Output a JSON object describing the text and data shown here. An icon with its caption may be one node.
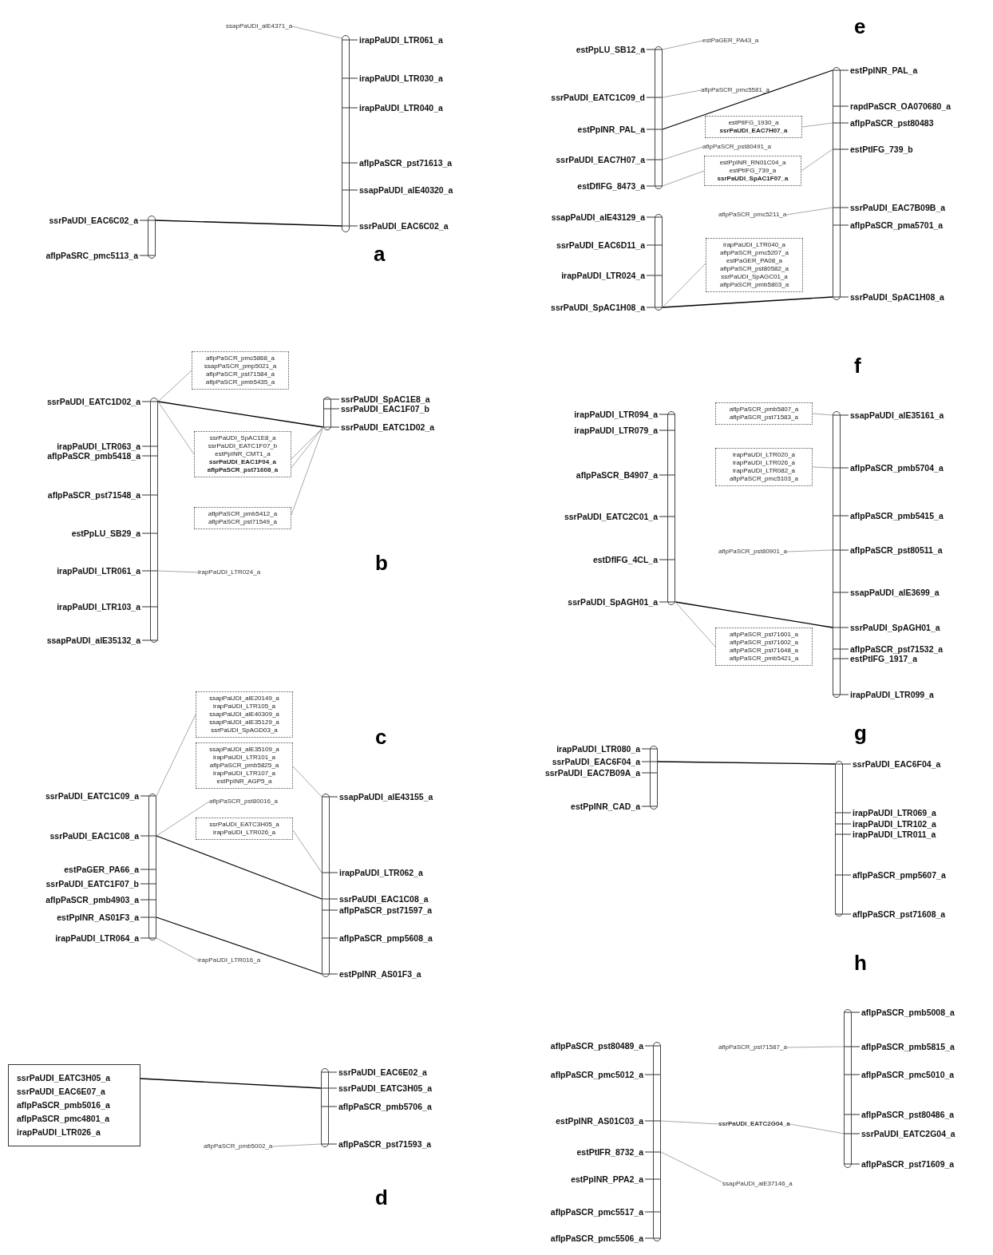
{
  "diagram": {
    "nodes": [
      {
        "text": [],
        "shape": "bar",
        "beside": [
          "ssrPaUDI_EAC6C02_a",
          "aflpPaSRC_pmc5113_a"
        ]
      },
      {
        "text": [
          "ssapPaUDI_alE4371_a"
        ]
      },
      {
        "text": [],
        "shape": "bar",
        "beside": [
          "irapPaUDI_LTR061_a",
          "irapPaUDI_LTR030_a",
          "irapPaUDI_LTR040_a",
          "aflpPaSCR_pst71613_a",
          "ssapPaUDI_alE40320_a",
          "ssrPaUDI_EAC6C02_a"
        ]
      },
      {
        "text": [],
        "shape": "bar",
        "beside": [
          "ssrPaUDI_EATC1D02_a",
          "irapPaUDI_LTR063_a",
          "aflpPaSCR_pmb5418_a",
          "aflpPaSCR_pst71548_a",
          "estPpLU_SB29_a",
          "irapPaUDI_LTR061_a",
          "irapPaUDI_LTR103_a",
          "ssapPaUDI_alE35132_a"
        ]
      },
      {
        "text": [
          "aflpPaSCR_pmc5868_a",
          "ssapPaSCR_pmp5021_a",
          "aflpPaSCR_pst71584_a",
          "aflpPaSCR_pmb5435_a"
        ]
      },
      {
        "text": [
          "ssrPaUDI_SpAC1E8_a",
          "ssrPaUDI_EATC1F07_b",
          "estPpINR_CMT1_a",
          "ssrPaUDI_EAC1F04_a",
          "aflpPaSCR_pst71608_a"
        ]
      },
      {
        "text": [
          "aflpPaSCR_pmb5412_a",
          "aflpPaSCR_pst71549_a"
        ]
      },
      {
        "text": [
          "irapPaUDI_LTR024_a"
        ]
      },
      {
        "text": [],
        "shape": "bar",
        "beside": [
          "ssrPaUDI_SpAC1E8_a",
          "ssrPaUDI_EAC1F07_b",
          "ssrPaUDI_EATC1D02_a"
        ]
      },
      {
        "text": [],
        "shape": "bar",
        "beside": [
          "ssrPaUDI_EATC1C09_a",
          "ssrPaUDI_EAC1C08_a",
          "estPaGER_PA66_a",
          "ssrPaUDI_EATC1F07_b",
          "aflpPaSCR_pmb4903_a",
          "estPpINR_AS01F3_a",
          "irapPaUDI_LTR064_a"
        ]
      },
      {
        "text": [
          "ssapPaUDI_alE20149_a",
          "irapPaUDI_LTR105_a",
          "ssapPaUDI_alE40309_a",
          "ssapPaUDI_alE35129_a",
          "ssrPaUDI_SpAGD03_a"
        ]
      },
      {
        "text": [
          "ssapPaUDI_alE35109_a",
          "irapPaUDI_LTR101_a",
          "aflpPaSCR_pmb5825_a",
          "irapPaUDI_LTR107_a",
          "estPpINR_AGP5_a"
        ]
      },
      {
        "text": [
          "aflpPaSCR_pst80016_a"
        ]
      },
      {
        "text": [
          "ssrPaUDI_EATC3H05_a",
          "irapPaUDI_LTR026_a"
        ]
      },
      {
        "text": [
          "irapPaUDI_LTR016_a"
        ]
      },
      {
        "text": [],
        "shape": "bar",
        "beside": [
          "ssapPaUDI_alE43155_a",
          "irapPaUDI_LTR062_a",
          "ssrPaUDI_EAC1C08_a",
          "aflpPaSCR_pst71597_a",
          "aflpPaSCR_pmp5608_a",
          "estPpINR_AS01F3_a"
        ]
      },
      {
        "text": [
          "ssrPaUDI_EATC3H05_a",
          "ssrPaUDI_EAC6E07_a",
          "aflpPaSCR_pmb5016_a",
          "aflpPaSCR_pmc4801_a",
          "irapPaUDI_LTR026_a"
        ]
      },
      {
        "text": [
          "aflpPaSCR_pmb5002_a"
        ]
      },
      {
        "text": [],
        "shape": "bar",
        "beside": [
          "ssrPaUDI_EAC6E02_a",
          "ssrPaUDI_EATC3H05_a",
          "aflpPaSCR_pmb5706_a",
          "aflpPaSCR_pst71593_a"
        ]
      },
      {
        "text": [],
        "shape": "bar",
        "beside": [
          "estPpLU_SB12_a",
          "ssrPaUDI_EATC1C09_d",
          "estPpINR_PAL_a",
          "ssrPaUDI_EAC7H07_a",
          "estDfIFG_8473_a"
        ]
      },
      {
        "text": [],
        "shape": "bar",
        "beside": [
          "ssapPaUDI_alE43129_a",
          "ssrPaUDI_EAC6D11_a",
          "irapPaUDI_LTR024_a",
          "ssrPaUDI_SpAC1H08_a"
        ]
      },
      {
        "text": [
          "estPaGER_PA43_a"
        ]
      },
      {
        "text": [
          "aflpPaSCR_pmc5581_a"
        ]
      },
      {
        "text": [
          "estPtIFG_1930_a",
          "ssrPaUDI_EAC7H07_a"
        ]
      },
      {
        "text": [
          "aflpPaSCR_pst80491_a"
        ]
      },
      {
        "text": [
          "estPpINR_RN01C04_a",
          "estPtIFG_739_a",
          "ssrPaUDI_SpAC1F07_a"
        ]
      },
      {
        "text": [
          "aflpPaSCR_pmc5211_a"
        ]
      },
      {
        "text": [
          "irapPaUDI_LTR040_a",
          "aflpPaSCR_pmc5207_a",
          "estPaGER_PA08_a",
          "aflpPaSCR_pst80582_a",
          "ssrPaUDI_SpAGC01_a",
          "aflpPaSCR_pmb5803_a"
        ]
      },
      {
        "text": [],
        "shape": "bar",
        "beside": [
          "estPpINR_PAL_a",
          "rapdPaSCR_OA070680_a",
          "aflpPaSCR_pst80483",
          "estPtIFG_739_b",
          "ssrPaUDI_EAC7B09B_a",
          "aflpPaSCR_pma5701_a",
          "ssrPaUDI_SpAC1H08_a"
        ]
      },
      {
        "text": [],
        "shape": "bar",
        "beside": [
          "irapPaUDI_LTR094_a",
          "irapPaUDI_LTR079_a",
          "aflpPaSCR_B4907_a",
          "ssrPaUDI_EATC2C01_a",
          "estDfIFG_4CL_a",
          "ssrPaUDI_SpAGH01_a"
        ]
      },
      {
        "text": [
          "aflpPaSCR_pmb5807_a",
          "aflpPaSCR_pst71583_a"
        ]
      },
      {
        "text": [
          "irapPaUDI_LTR020_a",
          "irapPaUDI_LTR026_a",
          "irapPaUDI_LTR082_a",
          "aflpPaSCR_pmc5103_a"
        ]
      },
      {
        "text": [
          "aflpPaSCR_pst80901_a"
        ]
      },
      {
        "text": [
          "aflpPaSCR_pst71601_a",
          "aflpPaSCR_pst71602_a",
          "aflpPaSCR_pst71648_a",
          "aflpPaSCR_pmb5421_a"
        ]
      },
      {
        "text": [],
        "shape": "bar",
        "beside": [
          "ssapPaUDI_alE35161_a",
          "aflpPaSCR_pmb5704_a",
          "aflpPaSCR_pmb5415_a",
          "aflpPaSCR_pst80511_a",
          "ssapPaUDI_alE3699_a",
          "ssrPaUDI_SpAGH01_a",
          "aflpPaSCR_pst71532_a",
          "estPtIFG_1917_a",
          "irapPaUDI_LTR099_a"
        ]
      },
      {
        "text": [],
        "shape": "bar",
        "beside": [
          "irapPaUDI_LTR080_a",
          "ssrPaUDI_EAC6F04_a",
          "ssrPaUDI_EAC7B09A_a",
          "estPpINR_CAD_a"
        ]
      },
      {
        "text": [],
        "shape": "bar",
        "beside": [
          "ssrPaUDI_EAC6F04_a",
          "irapPaUDI_LTR069_a",
          "irapPaUDI_LTR102_a",
          "irapPaUDI_LTR011_a",
          "aflpPaSCR_pmp5607_a",
          "aflpPaSCR_pst71608_a"
        ]
      },
      {
        "text": [],
        "shape": "bar",
        "beside": [
          "aflpPaSCR_pst80489_a",
          "aflpPaSCR_pmc5012_a",
          "estPpINR_AS01C03_a",
          "estPtIFR_8732_a",
          "estPpINR_PPA2_a",
          "aflpPaSCR_pmc5517_a",
          "aflpPaSCR_pmc5506_a"
        ]
      },
      {
        "text": [
          "aflpPaSCR_pst71587_a"
        ]
      },
      {
        "text": [
          "ssrPaUDI_EATC2G04_a"
        ]
      },
      {
        "text": [
          "ssapPaUDI_alE37146_a"
        ]
      },
      {
        "text": [],
        "shape": "bar",
        "beside": [
          "aflpPaSCR_pmb5008_a",
          "aflpPaSCR_pmb5815_a",
          "aflpPaSCR_pmc5010_a",
          "aflpPaSCR_pst80486_a",
          "ssrPaUDI_EATC2G04_a",
          "aflpPaSCR_pst71609_a"
        ]
      }
    ],
    "edges": [
      {
        "from": 0,
        "to": 2,
        "arrow": "none",
        "color": "#000000"
      },
      {
        "from": 1,
        "to": 2,
        "arrow": "none"
      },
      {
        "from": 3,
        "to": 4,
        "arrow": "none"
      },
      {
        "from": 3,
        "to": 5,
        "arrow": "none"
      },
      {
        "from": 3,
        "to": 8,
        "arrow": "none",
        "color": "#000000"
      },
      {
        "from": 8,
        "to": 5,
        "arrow": "none"
      },
      {
        "from": 8,
        "to": 5,
        "arrow": "none"
      },
      {
        "from": 8,
        "to": 6,
        "arrow": "none"
      },
      {
        "from": 3,
        "to": 7,
        "arrow": "none"
      },
      {
        "from": 9,
        "to": 10,
        "arrow": "none"
      },
      {
        "from": 9,
        "to": 12,
        "arrow": "none"
      },
      {
        "from": 9,
        "to": 15,
        "arrow": "none",
        "color": "#000000"
      },
      {
        "from": 9,
        "to": 15,
        "arrow": "none",
        "color": "#000000"
      },
      {
        "from": 9,
        "to": 14,
        "arrow": "none"
      },
      {
        "from": 11,
        "to": 15,
        "arrow": "none"
      },
      {
        "from": 13,
        "to": 15,
        "arrow": "none"
      },
      {
        "from": 16,
        "to": 18,
        "arrow": "none",
        "color": "#000000"
      },
      {
        "from": 17,
        "to": 18,
        "arrow": "none"
      },
      {
        "from": 19,
        "to": 21,
        "arrow": "none"
      },
      {
        "from": 19,
        "to": 22,
        "arrow": "none"
      },
      {
        "from": 19,
        "to": 28,
        "arrow": "none",
        "color": "#000000"
      },
      {
        "from": 19,
        "to": 24,
        "arrow": "none"
      },
      {
        "from": 19,
        "to": 25,
        "arrow": "none"
      },
      {
        "from": 23,
        "to": 28,
        "arrow": "none"
      },
      {
        "from": 25,
        "to": 28,
        "arrow": "none"
      },
      {
        "from": 26,
        "to": 28,
        "arrow": "none"
      },
      {
        "from": 20,
        "to": 27,
        "arrow": "none"
      },
      {
        "from": 20,
        "to": 28,
        "arrow": "none",
        "color": "#000000"
      },
      {
        "from": 30,
        "to": 34,
        "arrow": "none"
      },
      {
        "from": 31,
        "to": 34,
        "arrow": "none"
      },
      {
        "from": 32,
        "to": 34,
        "arrow": "none"
      },
      {
        "from": 29,
        "to": 34,
        "arrow": "none",
        "color": "#000000"
      },
      {
        "from": 29,
        "to": 33,
        "arrow": "none"
      },
      {
        "from": 35,
        "to": 36,
        "arrow": "none",
        "color": "#000000"
      },
      {
        "from": 38,
        "to": 41,
        "arrow": "none"
      },
      {
        "from": 37,
        "to": 39,
        "arrow": "none"
      },
      {
        "from": 39,
        "to": 41,
        "arrow": "none"
      },
      {
        "from": 37,
        "to": 40,
        "arrow": "none"
      }
    ],
    "labels": [
      "a",
      "b",
      "c",
      "d",
      "e",
      "f",
      "g",
      "h"
    ]
  }
}
